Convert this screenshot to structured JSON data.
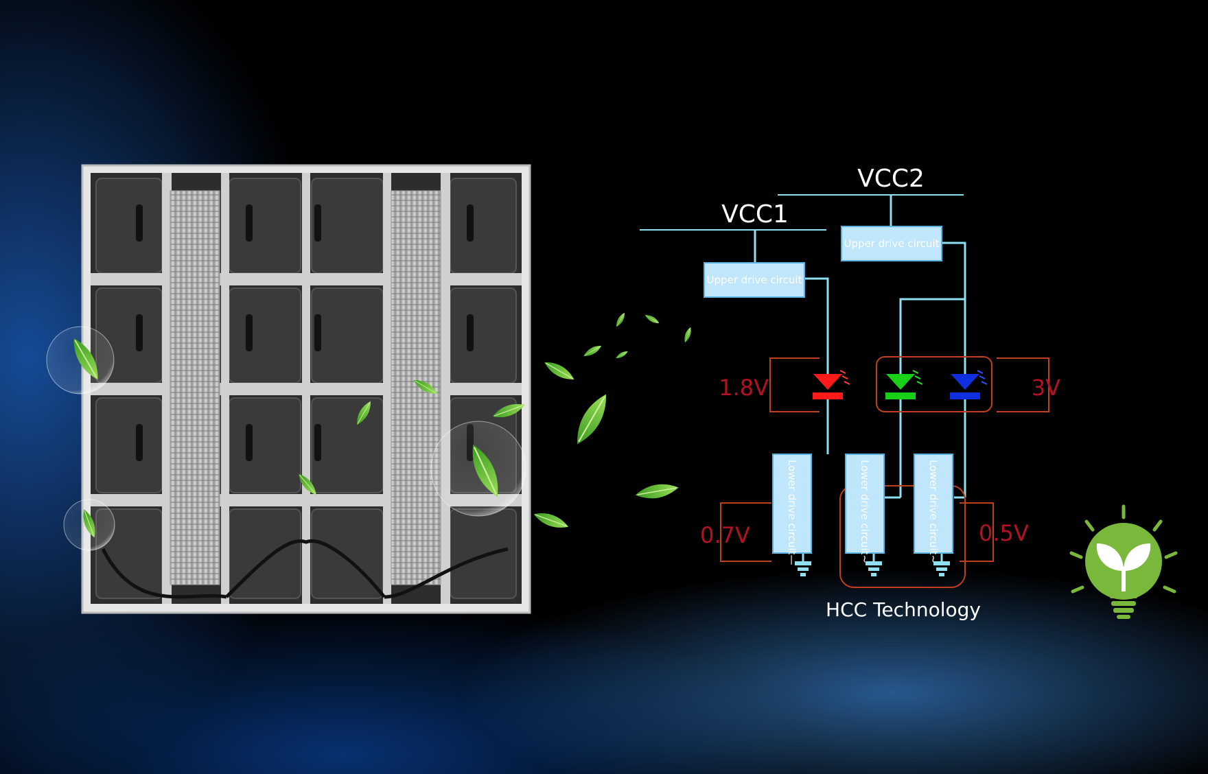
{
  "diagram": {
    "vcc1": "VCC1",
    "vcc2": "VCC2",
    "upper_left": "Upper drive circuit",
    "upper_right": "Upper drive circuit",
    "lower_1": "Lower drive circuit—",
    "lower_2": "Lower drive circuit~",
    "lower_3": "Lower drive circuit~",
    "v_red": "1.8V",
    "v_greenblue": "3V",
    "v_lower_left": "0.7V",
    "v_lower_right": "0.5V",
    "caption": "HCC Technology"
  },
  "colors": {
    "wire": "#8fe0f0",
    "box_fill": "#bfe6fb",
    "bracket": "#c0401c",
    "led_red": "#ff1a1a",
    "led_green": "#18d018",
    "led_blue": "#1030e0",
    "bulb": "#7ab83c"
  },
  "icons": [
    "led-panel-image",
    "led-red-icon",
    "led-green-icon",
    "led-blue-icon",
    "ground-icon",
    "eco-bulb-icon",
    "leaf-icon",
    "bubble-icon"
  ]
}
